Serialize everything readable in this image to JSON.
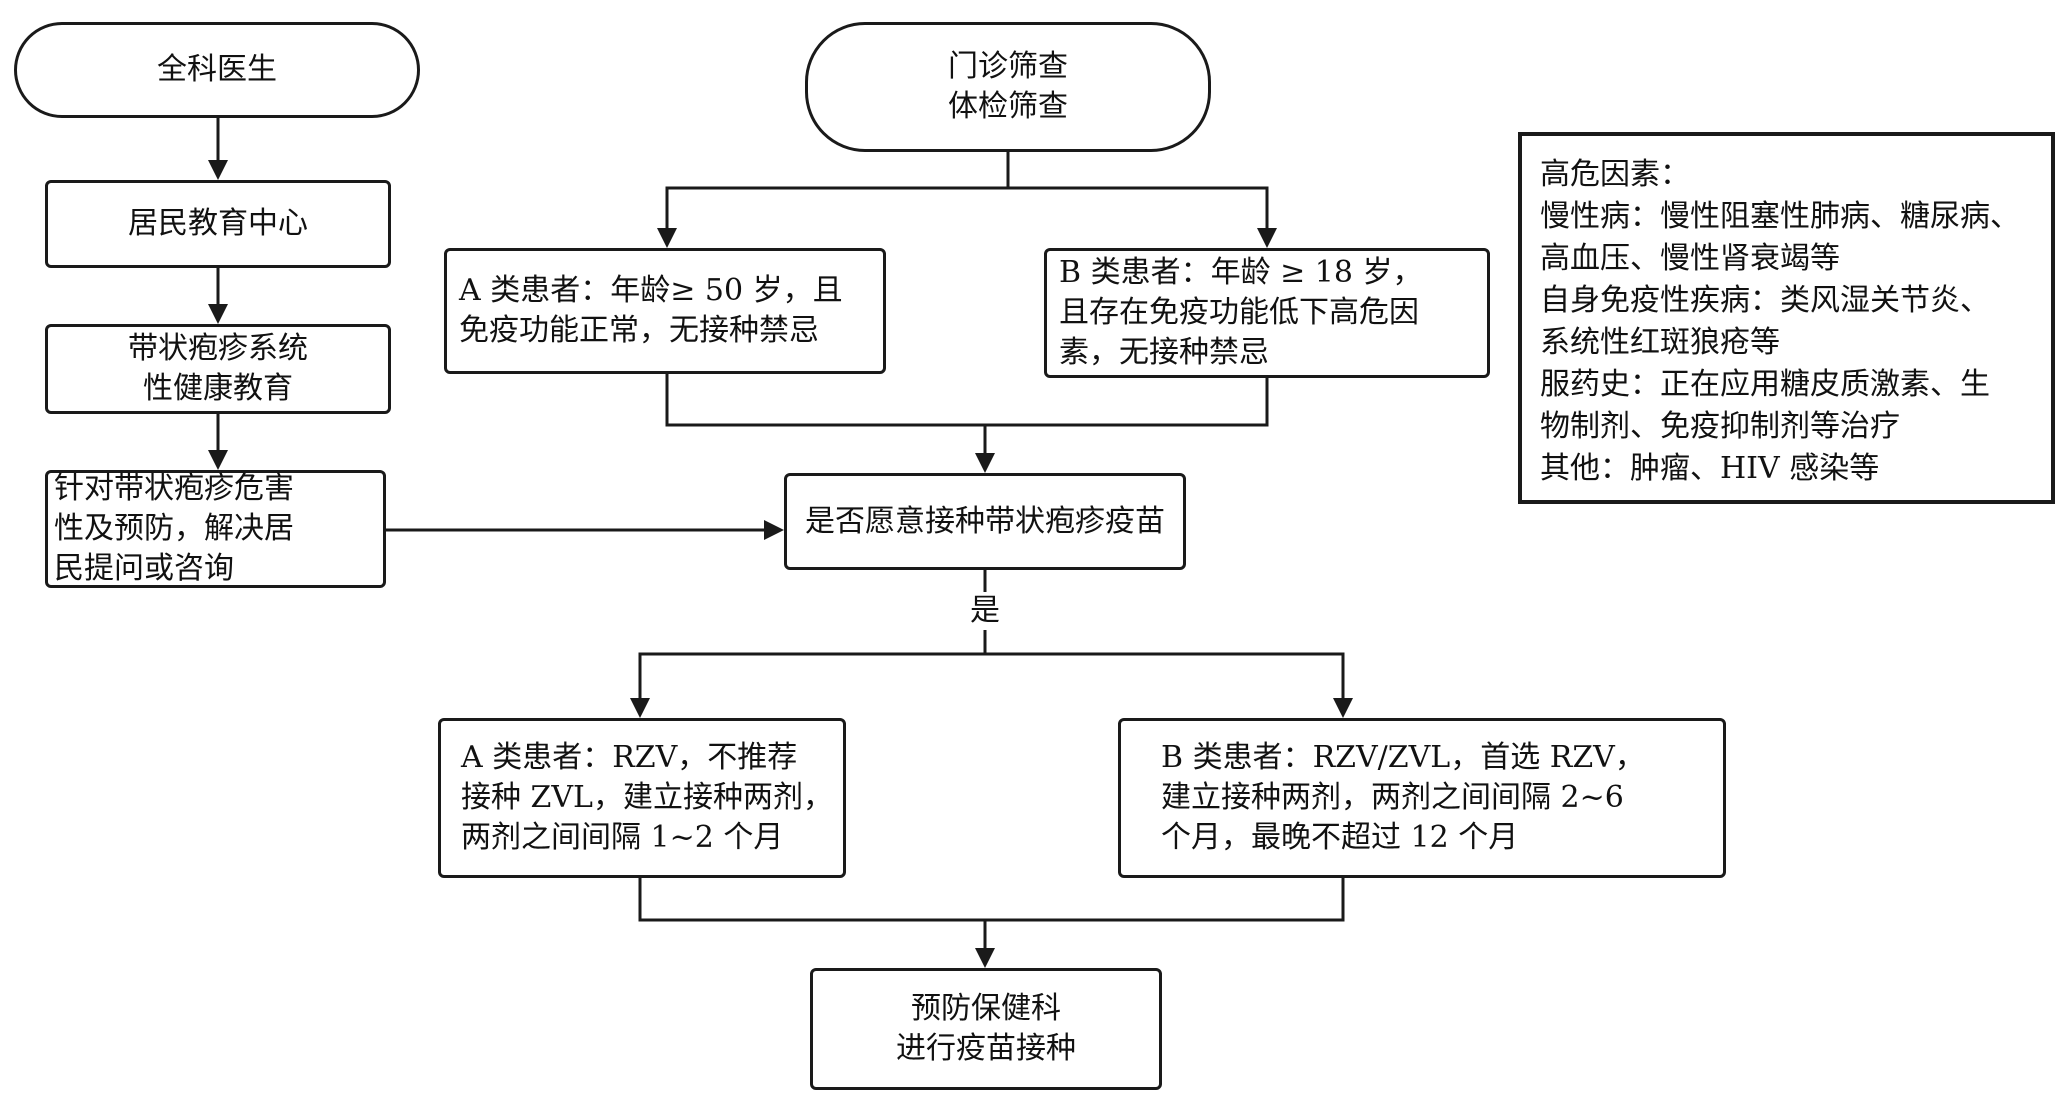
{
  "nodes": {
    "gp": {
      "lines": [
        "全科医生"
      ]
    },
    "education_center": {
      "lines": [
        "居民教育中心"
      ]
    },
    "system_education": {
      "lines": [
        "带状疱疹系统",
        "性健康教育"
      ]
    },
    "consult": {
      "lines": [
        "针对带状疱疹危害",
        "性及预防，解决居",
        "民提问或咨询"
      ]
    },
    "screening": {
      "lines": [
        "门诊筛查",
        "体检筛查"
      ]
    },
    "group_a": {
      "lines": [
        "A 类患者：年龄≥ 50 岁，且",
        "免疫功能正常，无接种禁忌"
      ]
    },
    "group_b": {
      "lines": [
        "B 类患者：年龄 ≥ 18 岁，",
        "且存在免疫功能低下高危因",
        "素，无接种禁忌"
      ]
    },
    "willing": {
      "lines": [
        "是否愿意接种带状疱疹疫苗"
      ]
    },
    "plan_a": {
      "lines": [
        "A 类患者：RZV，不推荐",
        "接种 ZVL，建立接种两剂，",
        "两剂之间间隔 1~2 个月"
      ]
    },
    "plan_b": {
      "lines": [
        "B 类患者：RZV/ZVL，首选 RZV，",
        "建立接种两剂，两剂之间间隔 2~6",
        "个月，最晚不超过 12 个月"
      ]
    },
    "prevention": {
      "lines": [
        "预防保健科",
        "进行疫苗接种"
      ]
    },
    "risk_factors": {
      "lines": [
        "高危因素：",
        "慢性病：慢性阻塞性肺病、糖尿病、",
        "高血压、慢性肾衰竭等",
        "自身免疫性疾病：类风湿关节炎、",
        "系统性红斑狼疮等",
        "服药史：正在应用糖皮质激素、生",
        "物制剂、免疫抑制剂等治疗",
        "其他：肿瘤、HIV 感染等"
      ]
    }
  },
  "edge_labels": {
    "yes": "是"
  }
}
